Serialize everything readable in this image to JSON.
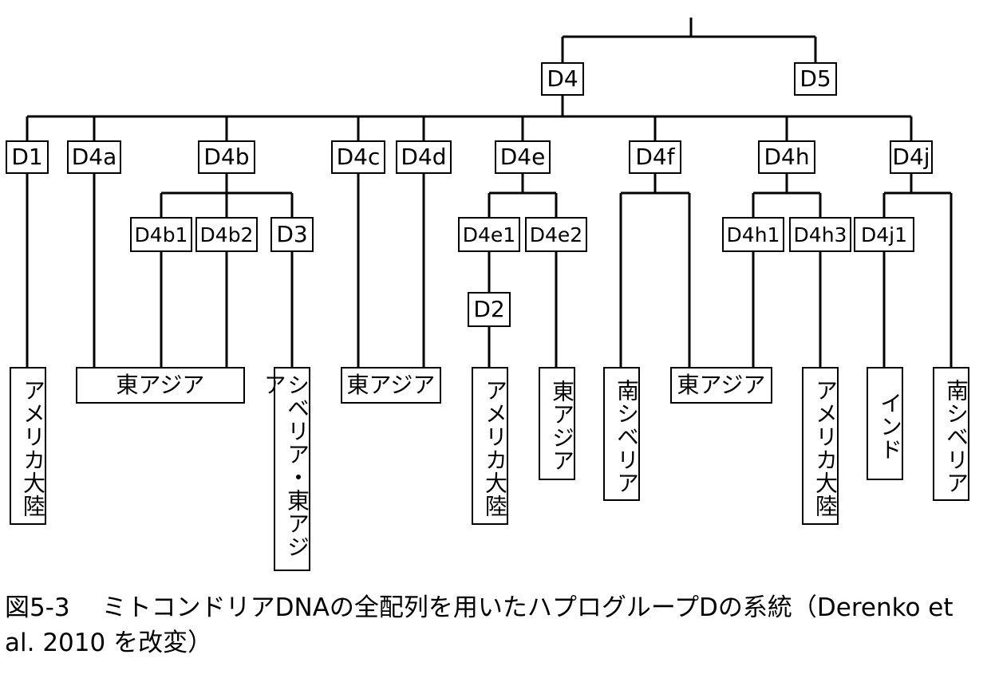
{
  "nodes": {
    "d4": "D4",
    "d5": "D5",
    "d1": "D1",
    "d4a": "D4a",
    "d4b": "D4b",
    "d4c": "D4c",
    "d4d": "D4d",
    "d4e": "D4e",
    "d4f": "D4f",
    "d4h": "D4h",
    "d4j": "D4j",
    "d4b1": "D4b1",
    "d4b2": "D4b2",
    "d3": "D3",
    "d4e1": "D4e1",
    "d4e2": "D4e2",
    "d2": "D2",
    "d4h1": "D4h1",
    "d4h3": "D4h3",
    "d4j1": "D4j1"
  },
  "regions": {
    "americas_1": "アメリカ大陸",
    "east_asia_1": "東アジア",
    "siberia_east_asia": "シベリア・東アジア",
    "east_asia_2": "東アジア",
    "americas_2": "アメリカ大陸",
    "east_asia_3": "東アジア",
    "south_siberia_1": "南シベリア",
    "east_asia_4": "東アジア",
    "americas_3": "アメリカ大陸",
    "india": "インド",
    "south_siberia_2": "南シベリア"
  },
  "caption": {
    "figure": "図5-3",
    "text": "ミトコンドリアDNAの全配列を用いたハプログループDの系統（Derenko et al. 2010 を改変）"
  }
}
